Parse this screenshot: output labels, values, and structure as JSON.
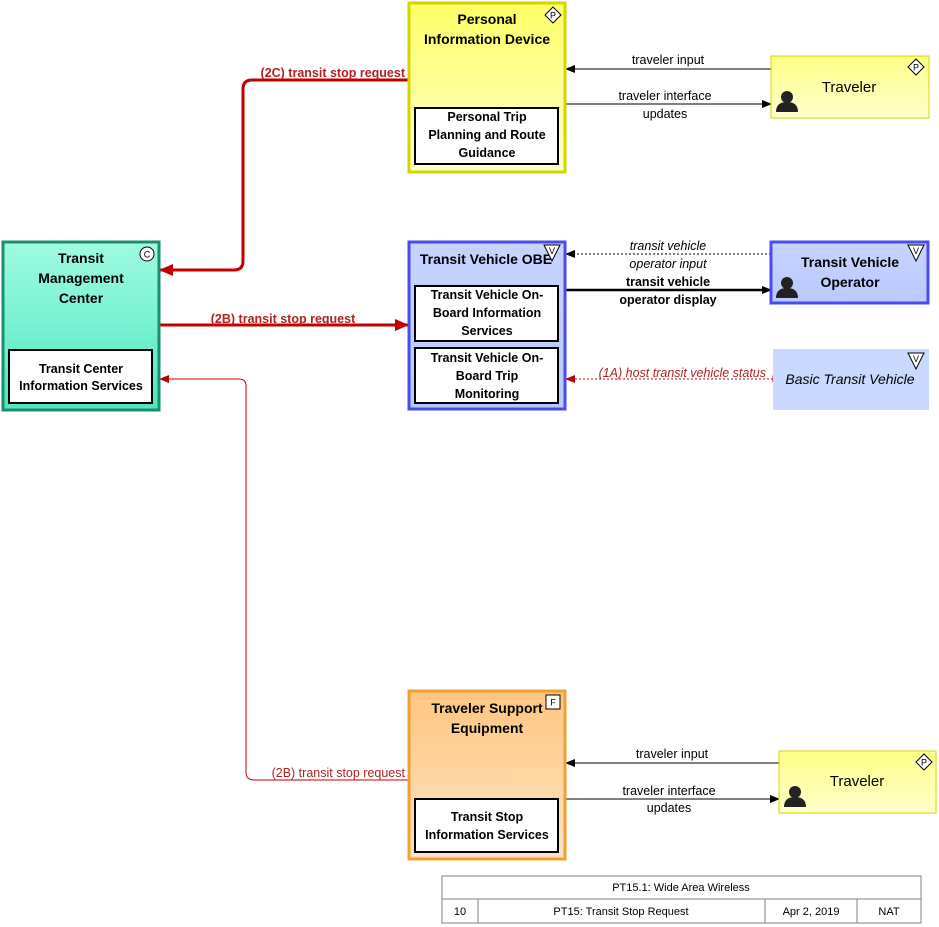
{
  "elements": {
    "personal_info_device": {
      "title_line1": "Personal",
      "title_line2": "Information Device",
      "badge": "P",
      "sub_line1": "Personal Trip",
      "sub_line2": "Planning and Route",
      "sub_line3": "Guidance"
    },
    "transit_mgmt_center": {
      "title_line1": "Transit",
      "title_line2": "Management",
      "title_line3": "Center",
      "badge": "C",
      "sub_line1": "Transit Center",
      "sub_line2": "Information Services"
    },
    "transit_vehicle_obe": {
      "title": "Transit Vehicle OBE",
      "badge": "V",
      "sub1_line1": "Transit Vehicle On-",
      "sub1_line2": "Board Information",
      "sub1_line3": "Services",
      "sub2_line1": "Transit Vehicle On-",
      "sub2_line2": "Board Trip",
      "sub2_line3": "Monitoring"
    },
    "traveler_support_equipment": {
      "title_line1": "Traveler Support",
      "title_line2": "Equipment",
      "badge": "F",
      "sub_line1": "Transit Stop",
      "sub_line2": "Information Services"
    },
    "traveler_top": {
      "label": "Traveler",
      "badge": "P"
    },
    "transit_vehicle_operator": {
      "label_line1": "Transit Vehicle",
      "label_line2": "Operator",
      "badge": "V"
    },
    "basic_transit_vehicle": {
      "label": "Basic Transit Vehicle",
      "badge": "V"
    },
    "traveler_bottom": {
      "label": "Traveler",
      "badge": "P"
    }
  },
  "flows": {
    "f_2c": "(2C) transit stop request",
    "f_2b_obe": "(2B) transit stop request",
    "f_2b_tse": "(2B) transit stop request",
    "f_1a": "(1A) host transit vehicle status",
    "traveler_input_top": "traveler input",
    "tiu_top_line1": "traveler interface",
    "tiu_top_line2": "updates",
    "operator_input_line1": "transit vehicle",
    "operator_input_line2": "operator input",
    "operator_display_line1": "transit vehicle",
    "operator_display_line2": "operator display",
    "traveler_input_bottom": "traveler input",
    "tiu_bottom_line1": "traveler interface",
    "tiu_bottom_line2": "updates"
  },
  "footer": {
    "title": "PT15.1: Wide Area Wireless",
    "number": "10",
    "service": "PT15: Transit Stop Request",
    "date": "Apr 2, 2019",
    "region": "NAT"
  },
  "colors": {
    "personal_device_fill": "#ffff99",
    "personal_device_border": "#d4d400",
    "center_fill": "#66f0cc",
    "center_border": "#1a8f6e",
    "vehicle_fill": "#c2d1ff",
    "vehicle_border": "#4a4af0",
    "field_fill": "#ffd08a",
    "field_border": "#f0a030",
    "basic_vehicle_fill": "#c9d9ff",
    "flow_red": "#c00000"
  }
}
